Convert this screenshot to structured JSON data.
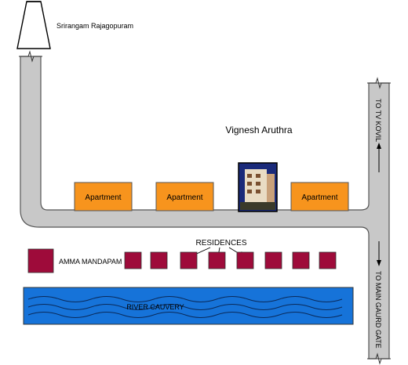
{
  "map": {
    "landmark": "Srirangam Rajagopuram",
    "building_name": "Vignesh Aruthra",
    "apartments": [
      "Apartment",
      "Apartment",
      "Apartment"
    ],
    "residences_label": "RESIDENCES",
    "residence_count": 8,
    "mandapam_label": "AMMA MANDAPAM",
    "river_label": "RIVER CAUVERY",
    "road_north_label": "TO TV KOVIL",
    "road_south_label": "TO MAIN GAURD GATE",
    "colors": {
      "road": "#c8c8c8",
      "apartment": "#f7941d",
      "residence": "#9e0b3a",
      "river": "#1673d9",
      "building_photo_bg": "#1a2a7a"
    }
  }
}
